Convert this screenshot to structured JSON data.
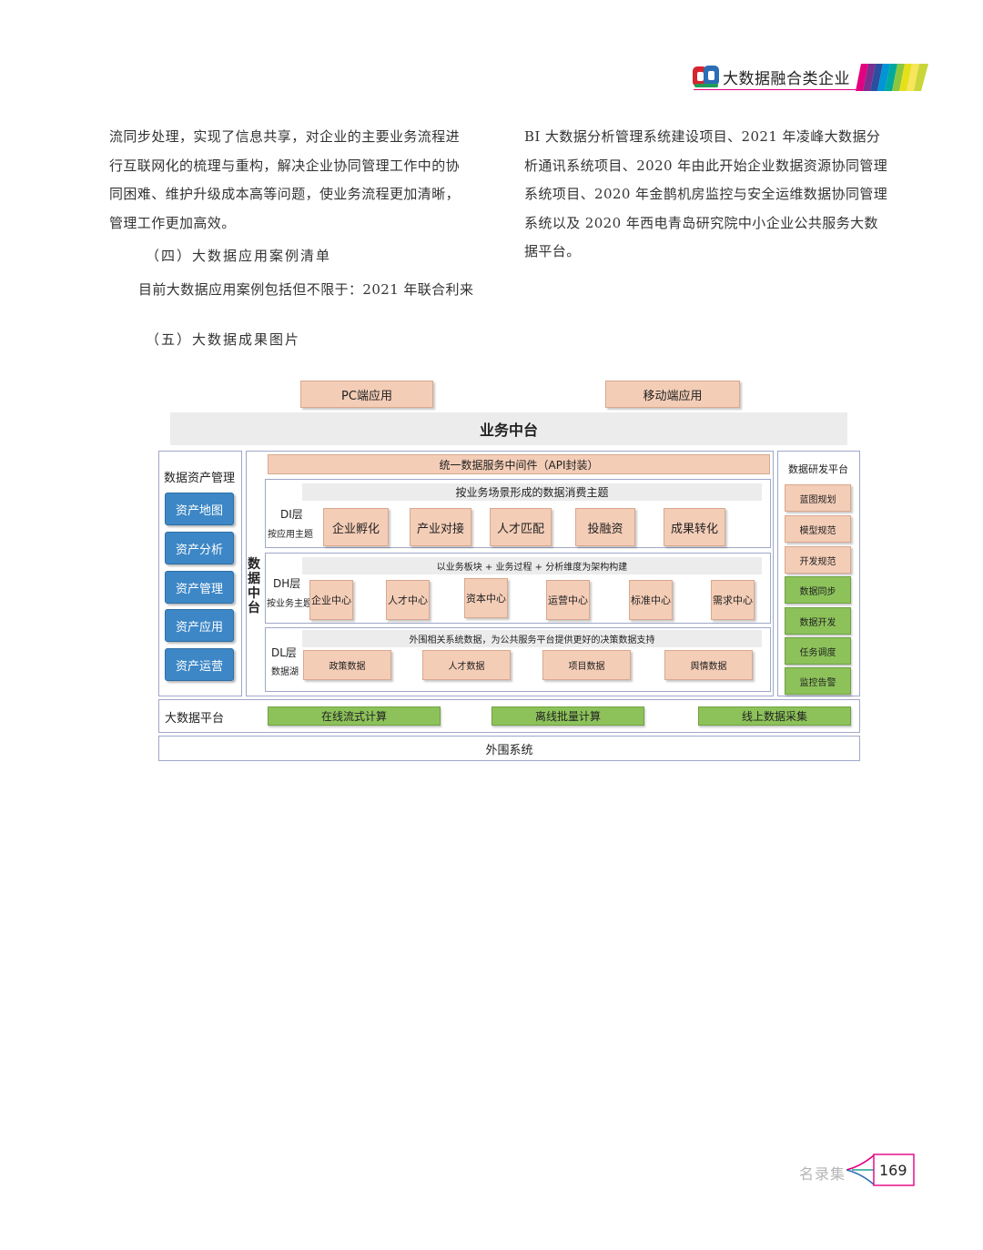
{
  "header": {
    "title": "大数据融合类企业",
    "logo_icon": "bigdata-logo-icon",
    "accent_color": "#e4007f"
  },
  "body": {
    "left_paragraph": [
      "流同步处理，实现了信息共享，对企业的主要业务流程进",
      "行互联网化的梳理与重构，解决企业协同管理工作中的协",
      "同困难、维护升级成本高等问题，使业务流程更加清晰，",
      "管理工作更加高效。"
    ],
    "section4_title": "（四）大数据应用案例清单",
    "section4_intro": "目前大数据应用案例包括但不限于：2021 年联合利来",
    "right_paragraph": [
      "BI 大数据分析管理系统建设项目、2021 年凌峰大数据分",
      "析通讯系统项目、2020 年由此开始企业数据资源协同管理",
      "系统项目、2020 年金鹊机房监控与安全运维数据协同管理",
      "系统以及 2020 年西电青岛研究院中小企业公共服务大数",
      "据平台。"
    ],
    "section5_title": "（五）大数据成果图片"
  },
  "diagram": {
    "pc_app": "PC端应用",
    "mobile_app": "移动端应用",
    "business_middle": "业务中台",
    "asset_mgmt": {
      "title": "数据资产管理",
      "items": [
        "资产地图",
        "资产分析",
        "资产管理",
        "资产应用",
        "资产运营"
      ]
    },
    "data_middle_label": "数据中台",
    "api_service": "统一数据服务中间件（API封装）",
    "di": {
      "title": "按业务场景形成的数据消费主题",
      "name": "DI层",
      "sub": "按应用主题",
      "items": [
        "企业孵化",
        "产业对接",
        "人才匹配",
        "投融资",
        "成果转化"
      ]
    },
    "dh": {
      "title": "以业务板块 + 业务过程 + 分析维度为架构构建",
      "name": "DH层",
      "sub": "按业务主题",
      "items": [
        "企业中心",
        "人才中心",
        "资本中心",
        "运营中心",
        "标准中心",
        "需求中心"
      ]
    },
    "dl": {
      "title": "外围相关系统数据，为公共服务平台提供更好的决策数据支持",
      "name": "DL层",
      "sub": "数据湖",
      "items": [
        "政策数据",
        "人才数据",
        "项目数据",
        "舆情数据"
      ]
    },
    "dev_platform": {
      "title": "数据研发平台",
      "peach_items": [
        "蓝图规划",
        "模型规范",
        "开发规范"
      ],
      "green_items": [
        "数据同步",
        "数据开发",
        "任务调度",
        "监控告警"
      ]
    },
    "bigdata_platform": {
      "title": "大数据平台",
      "items": [
        "在线流式计算",
        "离线批量计算",
        "线上数据采集"
      ]
    },
    "external": "外围系统",
    "colors": {
      "peach": "#f4cdb7",
      "blue": "#3d87c6",
      "green": "#8dc25a",
      "gray": "#ececec",
      "border": "#9fa7c9"
    }
  },
  "footer": {
    "label": "名录集",
    "page_number": "169"
  }
}
